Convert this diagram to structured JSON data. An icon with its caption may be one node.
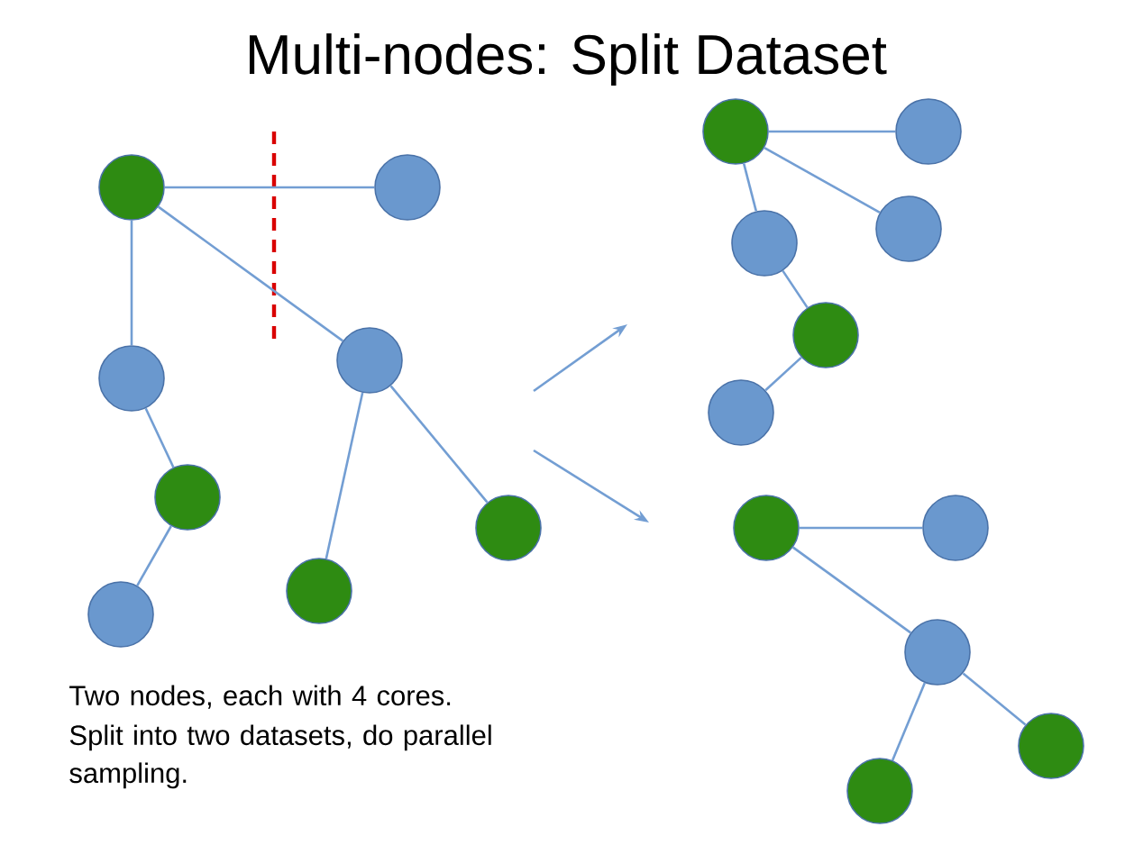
{
  "diagram": {
    "title": "Multi-nodes: Split Dataset",
    "nodes": [
      {
        "text": [],
        "shape": "circle"
      },
      {
        "text": [],
        "shape": "circle"
      },
      {
        "text": [],
        "shape": "circle"
      },
      {
        "text": [],
        "shape": "circle"
      },
      {
        "text": [],
        "shape": "circle"
      },
      {
        "text": [],
        "shape": "circle"
      },
      {
        "text": [],
        "shape": "circle"
      },
      {
        "text": [],
        "shape": "circle"
      },
      {
        "text": [],
        "shape": "circle"
      },
      {
        "text": [],
        "shape": "circle"
      },
      {
        "text": [],
        "shape": "circle"
      },
      {
        "text": [],
        "shape": "circle"
      },
      {
        "text": [],
        "shape": "circle"
      },
      {
        "text": [],
        "shape": "circle"
      },
      {
        "text": [],
        "shape": "circle"
      },
      {
        "text": [],
        "shape": "circle"
      },
      {
        "text": [],
        "shape": "circle"
      },
      {
        "text": [],
        "shape": "circle"
      },
      {
        "text": [],
        "shape": "circle"
      }
    ],
    "edges": [
      {
        "from": 0,
        "to": 1,
        "arrow": "none"
      },
      {
        "from": 0,
        "to": 2,
        "arrow": "none"
      },
      {
        "from": 0,
        "to": 3,
        "arrow": "none"
      },
      {
        "from": 2,
        "to": 4,
        "arrow": "none"
      },
      {
        "from": 4,
        "to": 5,
        "arrow": "none"
      },
      {
        "from": 3,
        "to": 6,
        "arrow": "none"
      },
      {
        "from": 3,
        "to": 7,
        "arrow": "none"
      },
      {
        "from": 8,
        "to": 9,
        "arrow": "none"
      },
      {
        "from": 8,
        "to": 10,
        "arrow": "none"
      },
      {
        "from": 8,
        "to": 11,
        "arrow": "none"
      },
      {
        "from": 11,
        "to": 12,
        "arrow": "none"
      },
      {
        "from": 12,
        "to": 13,
        "arrow": "none"
      },
      {
        "from": 14,
        "to": 15,
        "arrow": "none"
      },
      {
        "from": 14,
        "to": 16,
        "arrow": "none"
      },
      {
        "from": 16,
        "to": 17,
        "arrow": "none"
      },
      {
        "from": 16,
        "to": 18,
        "arrow": "none"
      }
    ],
    "labels": [
      "Two nodes, each with 4 cores.",
      "Split into two datasets, do parallel sampling."
    ]
  }
}
